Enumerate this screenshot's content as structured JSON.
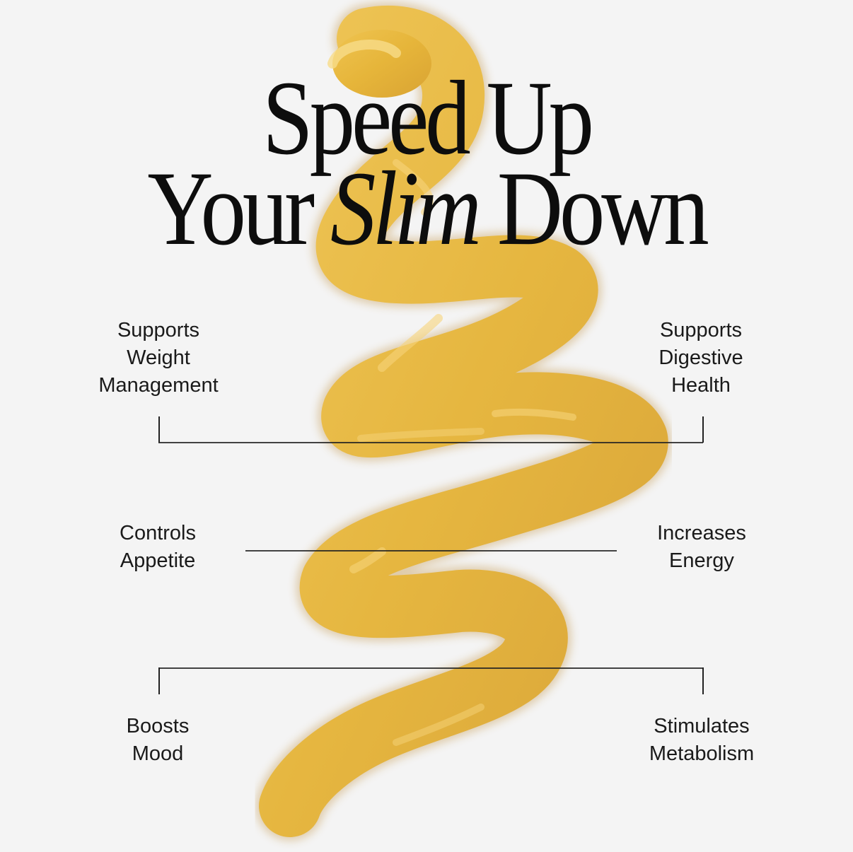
{
  "headline": {
    "line1": "Speed Up",
    "line2_pre": "Your ",
    "line2_italic": "Slim",
    "line2_post": " Down"
  },
  "features": {
    "top_left": {
      "line1": "Supports",
      "line2": "Weight",
      "line3": "Management"
    },
    "top_right": {
      "line1": "Supports",
      "line2": "Digestive",
      "line3": "Health"
    },
    "mid_left": {
      "line1": "Controls",
      "line2": "Appetite"
    },
    "mid_right": {
      "line1": "Increases",
      "line2": "Energy"
    },
    "bottom_left": {
      "line1": "Boosts",
      "line2": "Mood"
    },
    "bottom_right": {
      "line1": "Stimulates",
      "line2": "Metabolism"
    }
  },
  "colors": {
    "background": "#f4f4f4",
    "oil": "#e8b63a",
    "oil_dark": "#c9932a",
    "oil_highlight": "#f6d47a",
    "text": "#111111"
  }
}
